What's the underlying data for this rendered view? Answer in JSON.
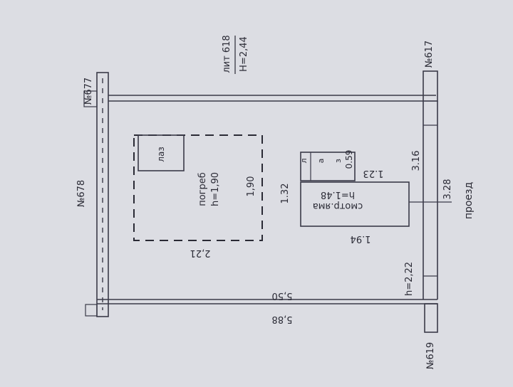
{
  "plan": {
    "neighbors": {
      "n677": "№677",
      "n678": "№678",
      "n617": "№617",
      "n619": "№619"
    },
    "building": {
      "lit": "лит 618",
      "height": "H=2,44"
    },
    "cellar": {
      "name": "погреб",
      "height": "h=1,90",
      "dim_side": "1,90",
      "dim_bottom": "2,21",
      "hatch": "лаз"
    },
    "pit": {
      "name": "смотр.яма",
      "height": "h=1.48",
      "dim_width": "1.94",
      "dim_side": "1.32",
      "dim_inner": "1.23",
      "hatch_letters": [
        "л",
        "а",
        "з"
      ],
      "hatch_dim": "0.59"
    },
    "room": {
      "inner_length": "5,50",
      "outer_length": "5,88",
      "door_height": "h=2,22",
      "dim_316": "3.16",
      "dim_328": "3.28",
      "passage": "проезд"
    }
  }
}
